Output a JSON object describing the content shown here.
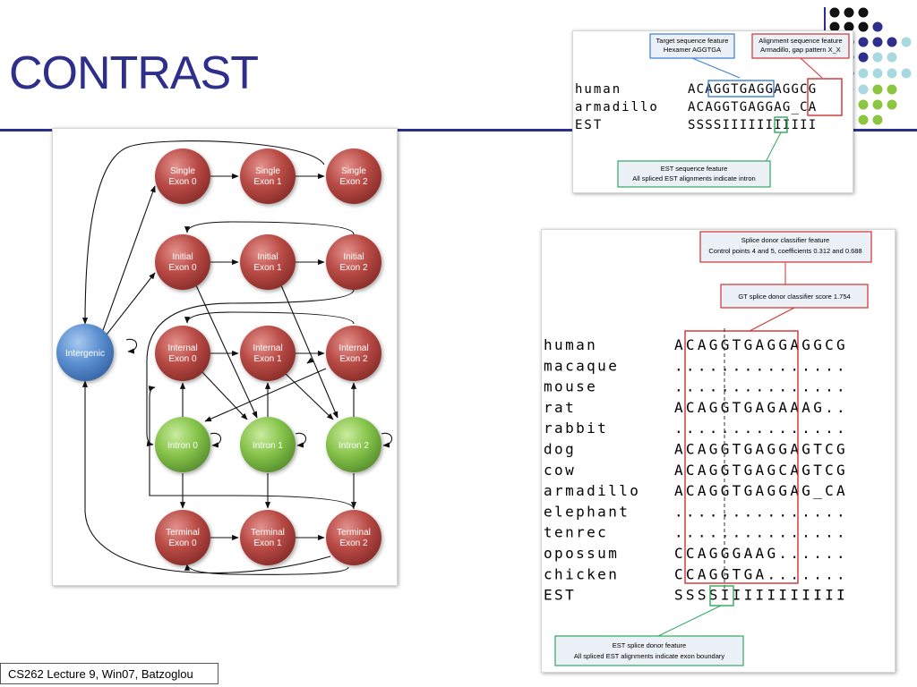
{
  "slide": {
    "title": "CONTRAST",
    "footer": "CS262 Lecture 9, Win07, Batzoglou",
    "colors": {
      "title": "#2e2e8c",
      "exon": "#b84a45",
      "intron": "#86c34a",
      "intergenic": "#5a8fd0"
    }
  },
  "hmm": {
    "intergenic": "Intergenic",
    "single": [
      [
        "Single",
        "Exon 0"
      ],
      [
        "Single",
        "Exon 1"
      ],
      [
        "Single",
        "Exon 2"
      ]
    ],
    "initial": [
      [
        "Initial",
        "Exon 0"
      ],
      [
        "Initial",
        "Exon 1"
      ],
      [
        "Initial",
        "Exon 2"
      ]
    ],
    "internal": [
      [
        "Internal",
        "Exon 0"
      ],
      [
        "Internal",
        "Exon 1"
      ],
      [
        "Internal",
        "Exon 2"
      ]
    ],
    "intron": [
      "Intron 0",
      "Intron 1",
      "Intron 2"
    ],
    "terminal": [
      [
        "Terminal",
        "Exon 0"
      ],
      [
        "Terminal",
        "Exon 1"
      ],
      [
        "Terminal",
        "Exon 2"
      ]
    ]
  },
  "top_alignment": {
    "rows": [
      {
        "label": "human",
        "seq": "ACAGGTGAGGAGGCG"
      },
      {
        "label": "armadillo",
        "seq": "ACAGGTGAGGAG_CA"
      },
      {
        "label": "EST",
        "seq": "SSSSIIIIIIIIIII"
      }
    ],
    "target_callout": [
      "Target sequence feature",
      "Hexamer AGGTGA"
    ],
    "alignment_callout": [
      "Alignment sequence feature",
      "Armadillo, gap pattern X_X"
    ],
    "est_callout": [
      "EST sequence feature",
      "All spliced EST alignments indicate intron"
    ],
    "colors": {
      "target": "#3a7fd5",
      "alignment": "#d03030",
      "est": "#2fa860"
    }
  },
  "bottom_alignment": {
    "rows": [
      {
        "label": "human",
        "seq": "ACAGGTGAGGAGGCG"
      },
      {
        "label": "macaque",
        "seq": "..............."
      },
      {
        "label": "mouse",
        "seq": "..............."
      },
      {
        "label": "rat",
        "seq": "ACAGGTGAGAAAG.."
      },
      {
        "label": "rabbit",
        "seq": "..............."
      },
      {
        "label": "dog",
        "seq": "ACAGGTGAGGAGTCG"
      },
      {
        "label": "cow",
        "seq": "ACAGGTGAGCAGTCG"
      },
      {
        "label": "armadillo",
        "seq": "ACAGGTGAGGAG_CA"
      },
      {
        "label": "elephant",
        "seq": "..............."
      },
      {
        "label": "tenrec",
        "seq": "..............."
      },
      {
        "label": "opossum",
        "seq": "CCAGGGAAG......"
      },
      {
        "label": "chicken",
        "seq": "CCAGGTGA......."
      },
      {
        "label": "EST",
        "seq": "SSSSIIIIIIIIIII"
      }
    ],
    "classifier_callout": [
      "Splice donor classifier feature",
      "Control points 4 and 5, coefficients 0.312 and 0.688"
    ],
    "score_callout": [
      "GT splice donor classifier score 1.754"
    ],
    "est_callout": [
      "EST splice donor feature",
      "All spliced EST alignments indicate exon boundary"
    ]
  }
}
